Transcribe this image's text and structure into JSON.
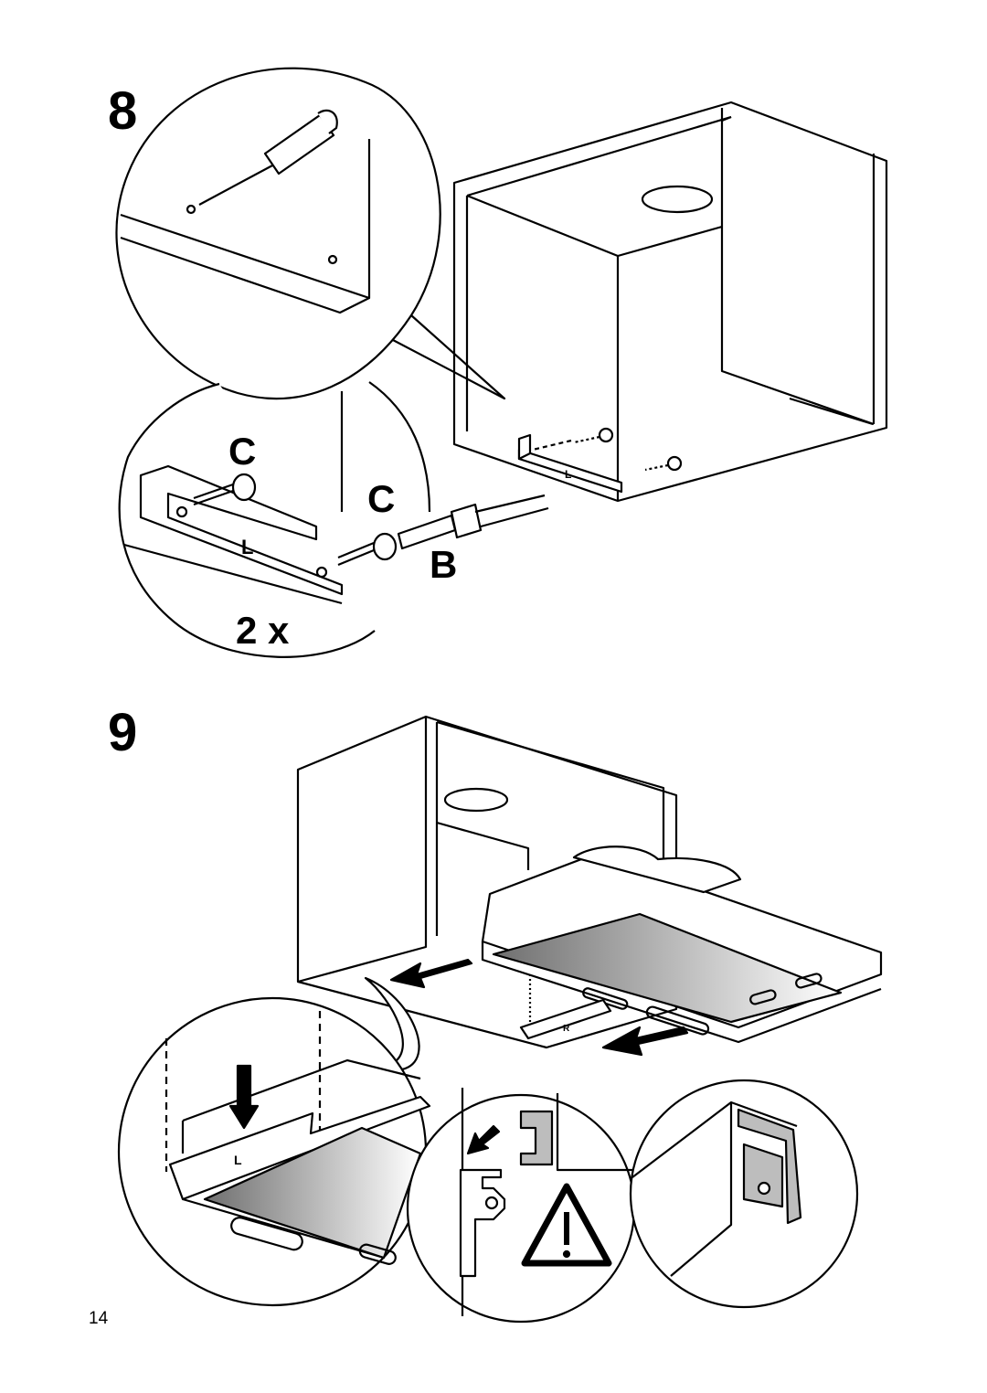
{
  "page_number": "14",
  "step8": {
    "number": "8",
    "labels": {
      "c_upper": "C",
      "c_right": "C",
      "b": "B",
      "repeat": "2 x",
      "rail_mark": "L",
      "rail_mark_small": "L"
    }
  },
  "step9": {
    "number": "9",
    "labels": {
      "rail_mark": "R",
      "rail_mark_detail": "L"
    }
  },
  "icons": {
    "warning": "warning-triangle-icon",
    "arrow": "push-arrow-icon"
  },
  "colors": {
    "ink": "#000000",
    "paper": "#ffffff",
    "metal": "#bdbdbd"
  }
}
